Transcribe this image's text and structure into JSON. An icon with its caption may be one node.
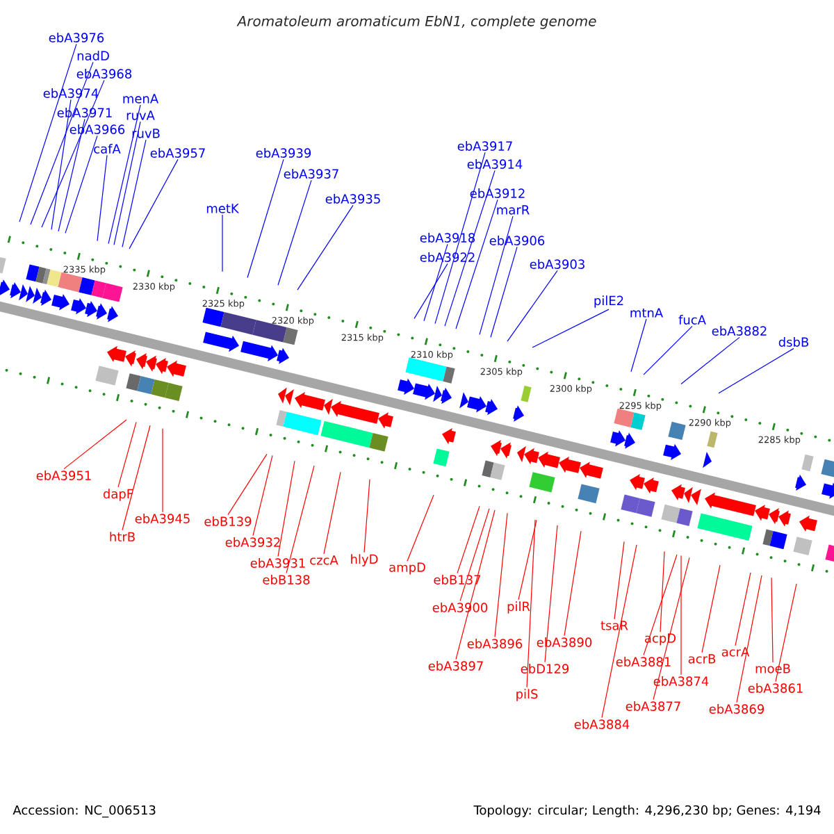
{
  "diagram": {
    "title": "Aromatoleum aromaticum EbN1, complete genome",
    "nodes": [
      {
        "text": [
          "ebA3976"
        ]
      },
      {
        "text": [
          "nadD"
        ]
      },
      {
        "text": [
          "ebA3968"
        ]
      },
      {
        "text": [
          "ebA3974"
        ]
      },
      {
        "text": [
          "ebA3971"
        ]
      },
      {
        "text": [
          "ebA3966"
        ]
      },
      {
        "text": [
          "cafA"
        ]
      },
      {
        "text": [
          "menA"
        ]
      },
      {
        "text": [
          "ruvA"
        ]
      },
      {
        "text": [
          "ruvB"
        ]
      },
      {
        "text": [
          "ebA3957"
        ]
      },
      {
        "text": [
          "metK"
        ]
      },
      {
        "text": [
          "ebA3939"
        ]
      },
      {
        "text": [
          "ebA3937"
        ]
      },
      {
        "text": [
          "ebA3935"
        ]
      },
      {
        "text": [
          "ebA3922"
        ]
      },
      {
        "text": [
          "ebA3918"
        ]
      },
      {
        "text": [
          "ebA3917"
        ]
      },
      {
        "text": [
          "ebA3914"
        ]
      },
      {
        "text": [
          "ebA3912"
        ]
      },
      {
        "text": [
          "marR"
        ]
      },
      {
        "text": [
          "ebA3906"
        ]
      },
      {
        "text": [
          "ebA3903"
        ]
      },
      {
        "text": [
          "pilE2"
        ]
      },
      {
        "text": [
          "mtnA"
        ]
      },
      {
        "text": [
          "fucA"
        ]
      },
      {
        "text": [
          "ebA3882"
        ]
      },
      {
        "text": [
          "dsbB"
        ]
      },
      {
        "text": [
          "ebA3951"
        ]
      },
      {
        "text": [
          "dapF"
        ]
      },
      {
        "text": [
          "htrB"
        ]
      },
      {
        "text": [
          "ebA3945"
        ]
      },
      {
        "text": [
          "ebB139"
        ]
      },
      {
        "text": [
          "ebA3932"
        ]
      },
      {
        "text": [
          "ebA3931"
        ]
      },
      {
        "text": [
          "ebB138"
        ]
      },
      {
        "text": [
          "czcA"
        ]
      },
      {
        "text": [
          "hlyD"
        ]
      },
      {
        "text": [
          "ampD"
        ]
      },
      {
        "text": [
          "ebB137"
        ]
      },
      {
        "text": [
          "ebA3900"
        ]
      },
      {
        "text": [
          "ebA3896"
        ]
      },
      {
        "text": [
          "ebA3897"
        ]
      },
      {
        "text": [
          "pilR"
        ]
      },
      {
        "text": [
          "ebD129"
        ]
      },
      {
        "text": [
          "pilS"
        ]
      },
      {
        "text": [
          "ebA3890"
        ]
      },
      {
        "text": [
          "tsaR"
        ]
      },
      {
        "text": [
          "ebA3884"
        ]
      },
      {
        "text": [
          "acpD"
        ]
      },
      {
        "text": [
          "ebA3881"
        ]
      },
      {
        "text": [
          "ebA3874"
        ]
      },
      {
        "text": [
          "ebA3877"
        ]
      },
      {
        "text": [
          "acrB"
        ]
      },
      {
        "text": [
          "acrA"
        ]
      },
      {
        "text": [
          "ebA3869"
        ]
      },
      {
        "text": [
          "moeB"
        ]
      },
      {
        "text": [
          "ebA3861"
        ]
      }
    ],
    "edges": [
      {
        "from": 0,
        "to": null,
        "arrow": "none",
        "color": "#0000ff"
      },
      {
        "from": 1,
        "to": null,
        "arrow": "none",
        "color": "#0000ff"
      },
      {
        "from": 2,
        "to": null,
        "arrow": "none",
        "color": "#0000ff"
      },
      {
        "from": 3,
        "to": null,
        "arrow": "none",
        "color": "#0000ff"
      },
      {
        "from": 4,
        "to": null,
        "arrow": "none",
        "color": "#0000ff"
      },
      {
        "from": 5,
        "to": null,
        "arrow": "none",
        "color": "#0000ff"
      },
      {
        "from": 6,
        "to": null,
        "arrow": "none",
        "color": "#0000ff"
      },
      {
        "from": 7,
        "to": null,
        "arrow": "none",
        "color": "#0000ff"
      },
      {
        "from": 8,
        "to": null,
        "arrow": "none",
        "color": "#0000ff"
      },
      {
        "from": 9,
        "to": null,
        "arrow": "none",
        "color": "#0000ff"
      },
      {
        "from": 10,
        "to": null,
        "arrow": "none",
        "color": "#0000ff"
      },
      {
        "from": 11,
        "to": null,
        "arrow": "none",
        "color": "#0000ff"
      },
      {
        "from": 12,
        "to": null,
        "arrow": "none",
        "color": "#0000ff"
      },
      {
        "from": 13,
        "to": null,
        "arrow": "none",
        "color": "#0000ff"
      },
      {
        "from": 14,
        "to": null,
        "arrow": "none",
        "color": "#0000ff"
      },
      {
        "from": 15,
        "to": null,
        "arrow": "none",
        "color": "#0000ff"
      },
      {
        "from": 16,
        "to": null,
        "arrow": "none",
        "color": "#0000ff"
      },
      {
        "from": 17,
        "to": null,
        "arrow": "none",
        "color": "#0000ff"
      },
      {
        "from": 18,
        "to": null,
        "arrow": "none",
        "color": "#0000ff"
      },
      {
        "from": 19,
        "to": null,
        "arrow": "none",
        "color": "#0000ff"
      },
      {
        "from": 20,
        "to": null,
        "arrow": "none",
        "color": "#0000ff"
      },
      {
        "from": 21,
        "to": null,
        "arrow": "none",
        "color": "#0000ff"
      },
      {
        "from": 22,
        "to": null,
        "arrow": "none",
        "color": "#0000ff"
      },
      {
        "from": 23,
        "to": null,
        "arrow": "none",
        "color": "#0000ff"
      },
      {
        "from": 24,
        "to": null,
        "arrow": "none",
        "color": "#0000ff"
      },
      {
        "from": 25,
        "to": null,
        "arrow": "none",
        "color": "#0000ff"
      },
      {
        "from": 26,
        "to": null,
        "arrow": "none",
        "color": "#0000ff"
      },
      {
        "from": 27,
        "to": null,
        "arrow": "none",
        "color": "#0000ff"
      },
      {
        "from": 28,
        "to": null,
        "arrow": "none"
      },
      {
        "from": 29,
        "to": null,
        "arrow": "none"
      },
      {
        "from": 30,
        "to": null,
        "arrow": "none"
      },
      {
        "from": 31,
        "to": null,
        "arrow": "none"
      },
      {
        "from": 32,
        "to": null,
        "arrow": "none"
      },
      {
        "from": 33,
        "to": null,
        "arrow": "none"
      },
      {
        "from": 34,
        "to": null,
        "arrow": "none"
      },
      {
        "from": 35,
        "to": null,
        "arrow": "none"
      },
      {
        "from": 36,
        "to": null,
        "arrow": "none"
      },
      {
        "from": 37,
        "to": null,
        "arrow": "none"
      },
      {
        "from": 38,
        "to": null,
        "arrow": "none"
      },
      {
        "from": 39,
        "to": null,
        "arrow": "none"
      },
      {
        "from": 40,
        "to": null,
        "arrow": "none"
      },
      {
        "from": 41,
        "to": null,
        "arrow": "none"
      },
      {
        "from": 42,
        "to": null,
        "arrow": "none"
      },
      {
        "from": 43,
        "to": null,
        "arrow": "none"
      },
      {
        "from": 44,
        "to": null,
        "arrow": "none"
      },
      {
        "from": 45,
        "to": null,
        "arrow": "none"
      },
      {
        "from": 46,
        "to": null,
        "arrow": "none"
      },
      {
        "from": 47,
        "to": null,
        "arrow": "none"
      },
      {
        "from": 48,
        "to": null,
        "arrow": "none"
      },
      {
        "from": 49,
        "to": null,
        "arrow": "none"
      },
      {
        "from": 50,
        "to": null,
        "arrow": "none"
      },
      {
        "from": 51,
        "to": null,
        "arrow": "none"
      },
      {
        "from": 52,
        "to": null,
        "arrow": "none"
      },
      {
        "from": 53,
        "to": null,
        "arrow": "none"
      },
      {
        "from": 54,
        "to": null,
        "arrow": "none"
      },
      {
        "from": 55,
        "to": null,
        "arrow": "none"
      },
      {
        "from": 56,
        "to": null,
        "arrow": "none"
      },
      {
        "from": 57,
        "to": null,
        "arrow": "none"
      }
    ],
    "labels": [
      "2335 kbp",
      "2330 kbp",
      "2325 kbp",
      "2320 kbp",
      "2315 kbp",
      "2310 kbp",
      "2305 kbp",
      "2300 kbp",
      "2295 kbp",
      "2290 kbp",
      "2285 kbp",
      "Accession: NC_006513",
      "Topology: circular; Length: 4,296,230 bp; Genes: 4,194"
    ]
  }
}
